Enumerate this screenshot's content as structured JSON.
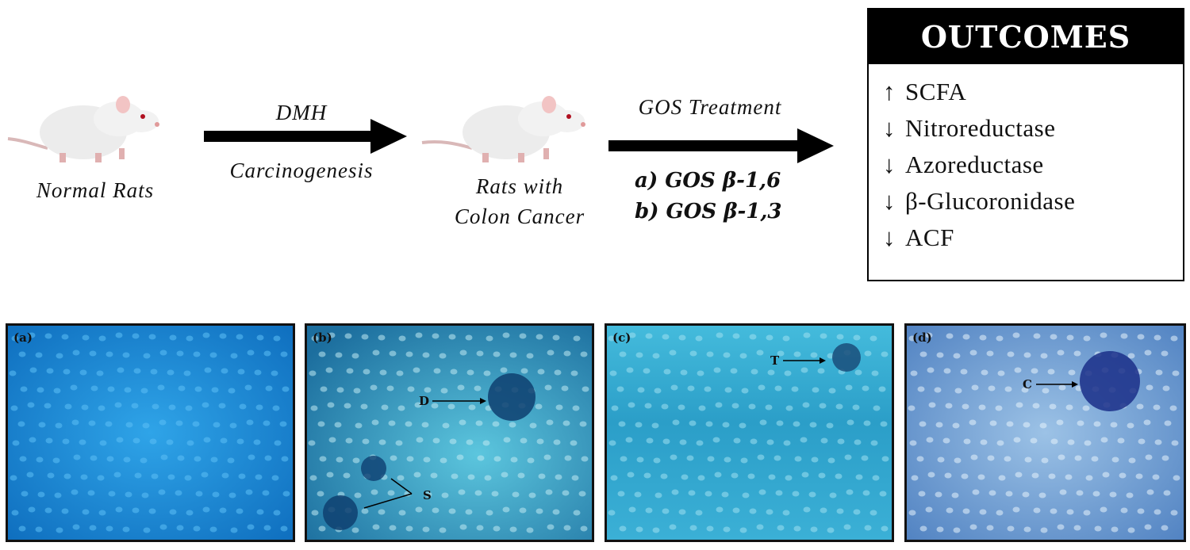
{
  "flow": {
    "stage1": "Normal Rats",
    "arrow1_top": "DMH",
    "arrow1_bottom": "Carcinogenesis",
    "stage2_line1": "Rats with",
    "stage2_line2": "Colon Cancer",
    "arrow2_top": "GOS Treatment",
    "option_a": "a) GOS β-1,6",
    "option_b": "b) GOS β-1,3"
  },
  "outcomes": {
    "title": "OUTCOMES",
    "items": [
      {
        "direction": "↑",
        "label": "SCFA"
      },
      {
        "direction": "↓",
        "label": "Nitroreductase"
      },
      {
        "direction": "↓",
        "label": "Azoreductase"
      },
      {
        "direction": "↓",
        "label": "β-Glucoronidase"
      },
      {
        "direction": "↓",
        "label": "ACF"
      }
    ]
  },
  "panels": [
    {
      "letter": "(a)",
      "marker": ""
    },
    {
      "letter": "(b)",
      "marker_d": "D",
      "marker_s": "S"
    },
    {
      "letter": "(c)",
      "marker": "T"
    },
    {
      "letter": "(d)",
      "marker": "C"
    }
  ],
  "colors": {
    "panel_a": "#1a8fd6",
    "panel_b": "#2a9fc4",
    "panel_c": "#38b2d8",
    "panel_d": "#6f9ed0",
    "arrow": "#000000"
  }
}
